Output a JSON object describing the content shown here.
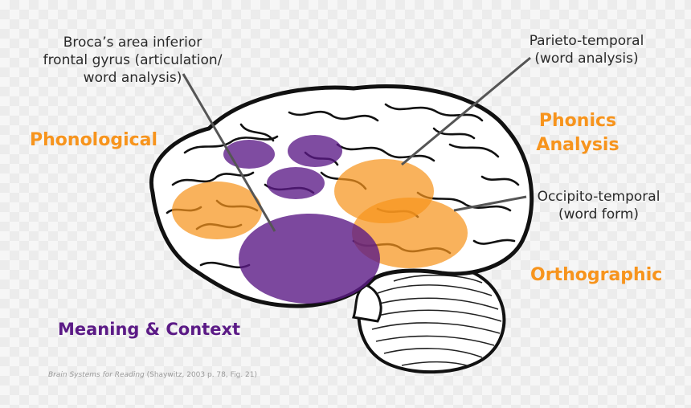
{
  "callouts": {
    "broca": [
      "Broca’s area inferior",
      "frontal gyrus (articulation/",
      "word analysis)"
    ],
    "parieto": [
      "Parieto-temporal",
      "(word analysis)"
    ],
    "occipito": [
      "Occipito-temporal",
      "(word form)"
    ]
  },
  "regions": {
    "phonological": "Phonological",
    "phonics": [
      "Phonics",
      "Analysis"
    ],
    "orthographic": "Orthographic",
    "meaning": "Meaning & Context"
  },
  "caption": {
    "title": "Brain Systems for Reading",
    "citation": " (Shaywitz, 2003 p. 78, Fig. 21)"
  },
  "colors": {
    "orange": "#f7941d",
    "purple": "#5b1a86"
  }
}
